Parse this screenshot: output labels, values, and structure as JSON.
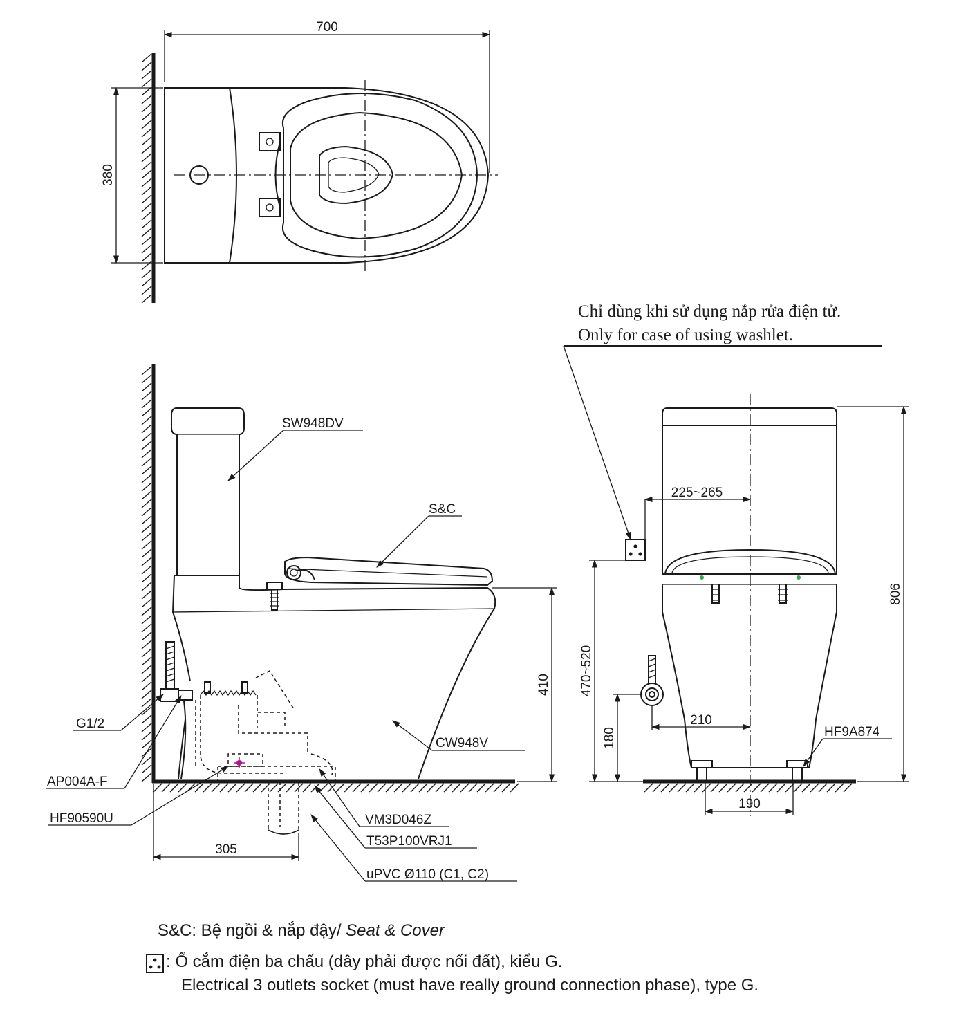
{
  "top_view": {
    "dim_width": "700",
    "dim_depth": "380"
  },
  "side_view": {
    "label_tank": "SW948DV",
    "label_seat": "S&C",
    "label_bowl": "CW948V",
    "label_valve_thread": "G1/2",
    "label_angle_valve": "AP004A-F",
    "label_gasket": "HF90590U",
    "label_flange": "VM3D046Z",
    "label_adapter": "T53P100VRJ1",
    "label_pipe": "uPVC Ø110 (C1, C2)",
    "dim_rough_in": "305",
    "dim_seat_height": "410"
  },
  "front_view": {
    "note_vi": "Chỉ dùng khi sử dụng nắp rửa điện tử.",
    "note_en": "Only for case of using washlet.",
    "dim_socket_offset": "225~265",
    "dim_socket_height": "470~520",
    "dim_total_height": "806",
    "dim_supply_offset": "210",
    "dim_supply_height": "180",
    "dim_bolt_spacing": "190",
    "label_bolt": "HF9A874"
  },
  "legend": {
    "sc_prefix": "S&C: Bệ ngồi & nắp đậy/ ",
    "sc_en": "Seat & Cover",
    "socket_vi": ": Ổ cắm điện ba chấu (dây phải được nối đất), kiểu G.",
    "socket_en": "Electrical 3 outlets socket (must have really ground connection phase), type G."
  },
  "icons": {
    "socket_symbol": "socket-icon"
  }
}
